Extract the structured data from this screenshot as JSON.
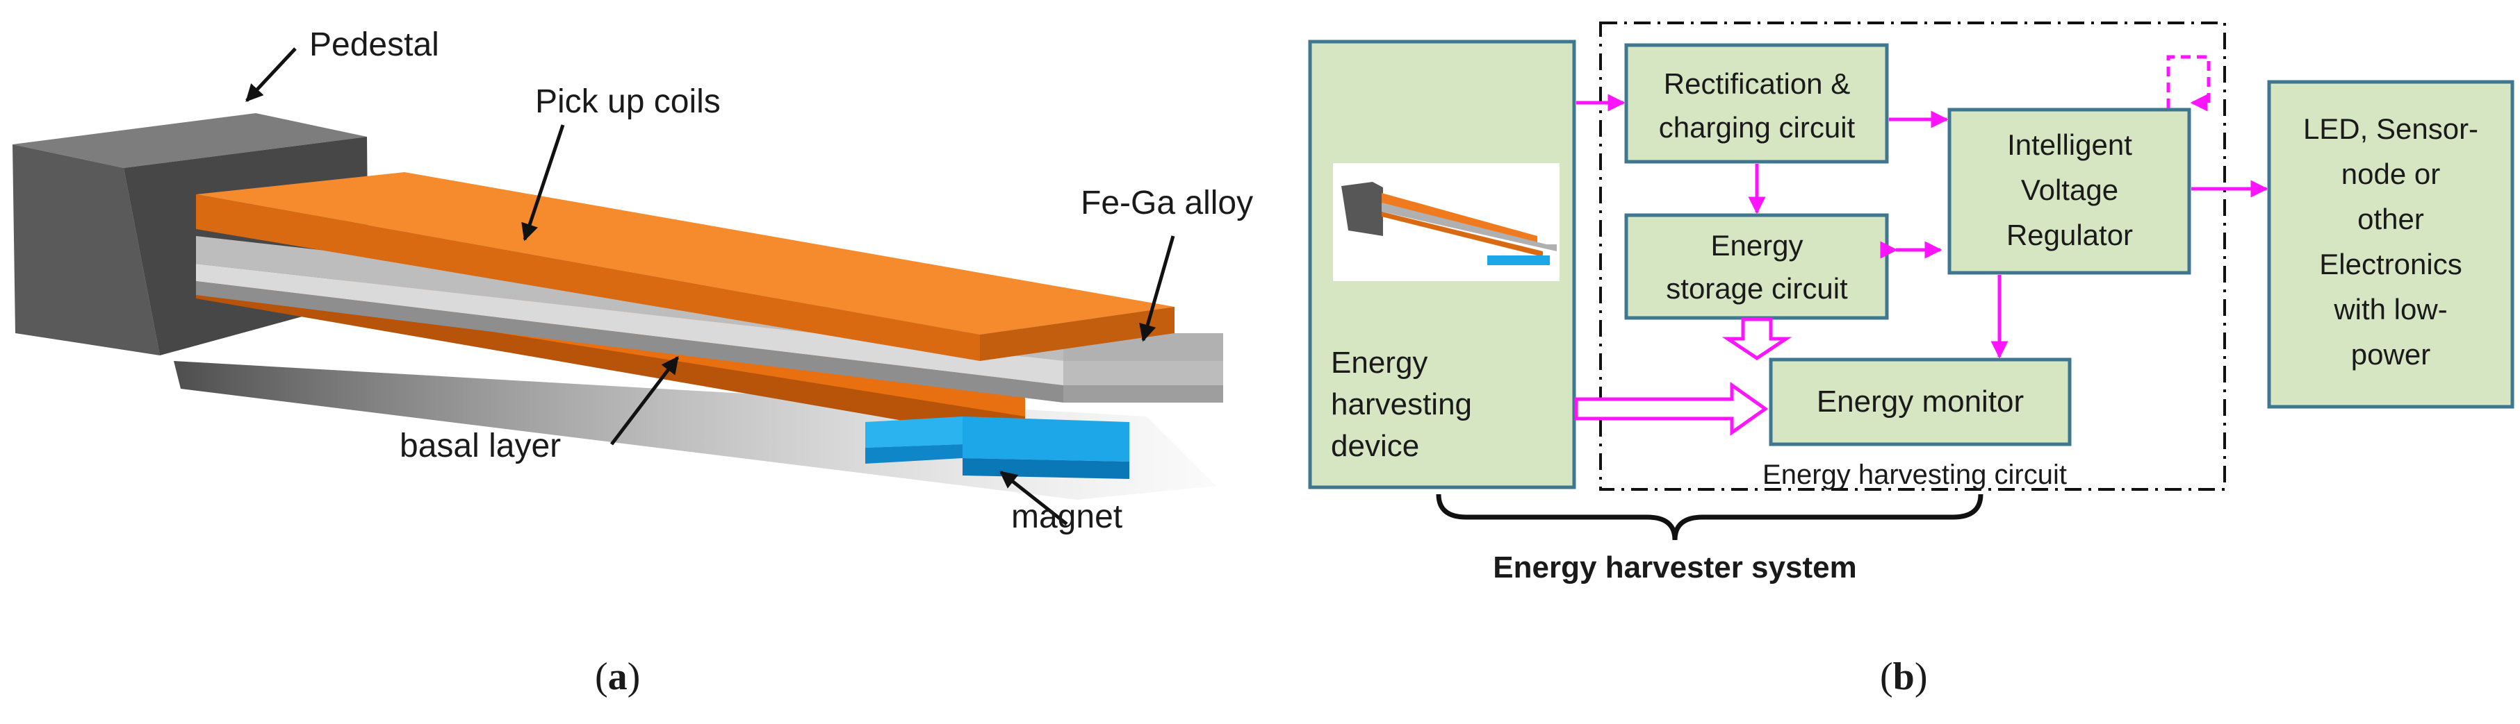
{
  "panel_a": {
    "caption_open": "(",
    "caption_letter": "a",
    "caption_close": ")",
    "labels": {
      "pedestal": "Pedestal",
      "pick_up_coils": "Pick up coils",
      "fe_ga_alloy": "Fe-Ga alloy",
      "basal_layer": "basal layer",
      "magnet": "magnet"
    },
    "colors": {
      "pedestal": "#5a5a5a",
      "coil": "#f07a1e",
      "alloy": "#b9b9b9",
      "magnet": "#1ea7e8"
    }
  },
  "panel_b": {
    "caption_open": "(",
    "caption_letter": "b",
    "caption_close": ")",
    "blocks": {
      "harvest_device": [
        "Energy",
        "harvesting",
        "device"
      ],
      "rectification": [
        "Rectification &",
        "charging circuit"
      ],
      "storage": [
        "Energy",
        "storage circuit"
      ],
      "regulator": [
        "Intelligent",
        "Voltage",
        "Regulator"
      ],
      "monitor": [
        "Energy monitor"
      ],
      "load": [
        "LED, Sensor-",
        "node or",
        "other",
        "Electronics",
        "with low-",
        "power"
      ]
    },
    "circuit_label": "Energy harvesting circuit",
    "system_label": "Energy harvester system",
    "colors": {
      "block_fill": "#d6e6c3",
      "block_border": "#3f7790",
      "arrow": "#ff14ff"
    }
  }
}
